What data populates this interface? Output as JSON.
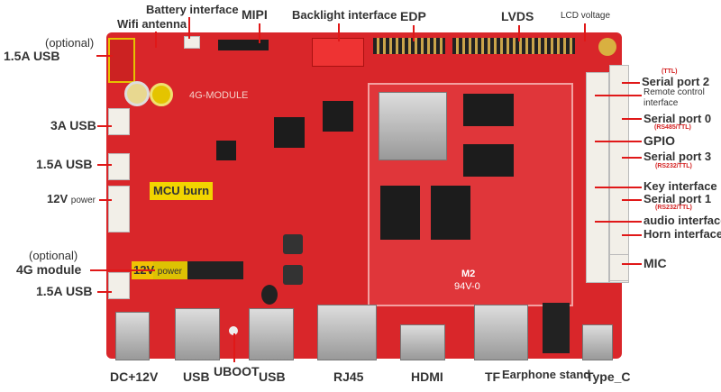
{
  "labels": {
    "battery": "Battery interface",
    "wifi": "Wifi antenna",
    "mipi": "MIPI",
    "backlight": "Backlight interface",
    "edp": "EDP",
    "lvds": "LVDS",
    "lcd_voltage": "LCD voltage",
    "optional_top": "(optional)",
    "usb_15a_top": "1.5A  USB",
    "usb_3a": "3A  USB",
    "usb_15a_mid": "1.5A  USB",
    "v12_left": "12V",
    "v12_left_sub": "power",
    "mcu_burn": "MCU burn",
    "v12_inner": "12V",
    "v12_inner_sub": "power",
    "optional_4g": "(optional)",
    "module_4g": "4G  module",
    "usb_15a_bottom": "1.5A  USB",
    "dc12v": "DC+12V",
    "usb1": "USB",
    "uboot": "UBOOT",
    "usb2": "USB",
    "rj45": "RJ45",
    "hdmi": "HDMI",
    "tf": "TF",
    "earphone": "Earphone stand",
    "typec": "Type_C",
    "serial2_sub": "(TTL)",
    "serial2": "Serial port 2",
    "remote": "Remote control interface",
    "serial0": "Serial port 0",
    "serial0_sub": "(RS485/TTL)",
    "gpio": "GPIO",
    "serial3": "Serial port 3",
    "serial3_sub": "(RS232/TTL)",
    "key": "Key interface",
    "serial1": "Serial port 1",
    "serial1_sub": "(RS232/TTL)",
    "audio": "audio interface",
    "horn": "Horn interface",
    "mic": "MIC"
  },
  "silkscreen": {
    "module": "4G-MODULE",
    "m2": "M2",
    "v": "94V-0"
  },
  "colors": {
    "board": "#d9262a",
    "pointer": "#e01818",
    "highlight": "#f2d400"
  }
}
